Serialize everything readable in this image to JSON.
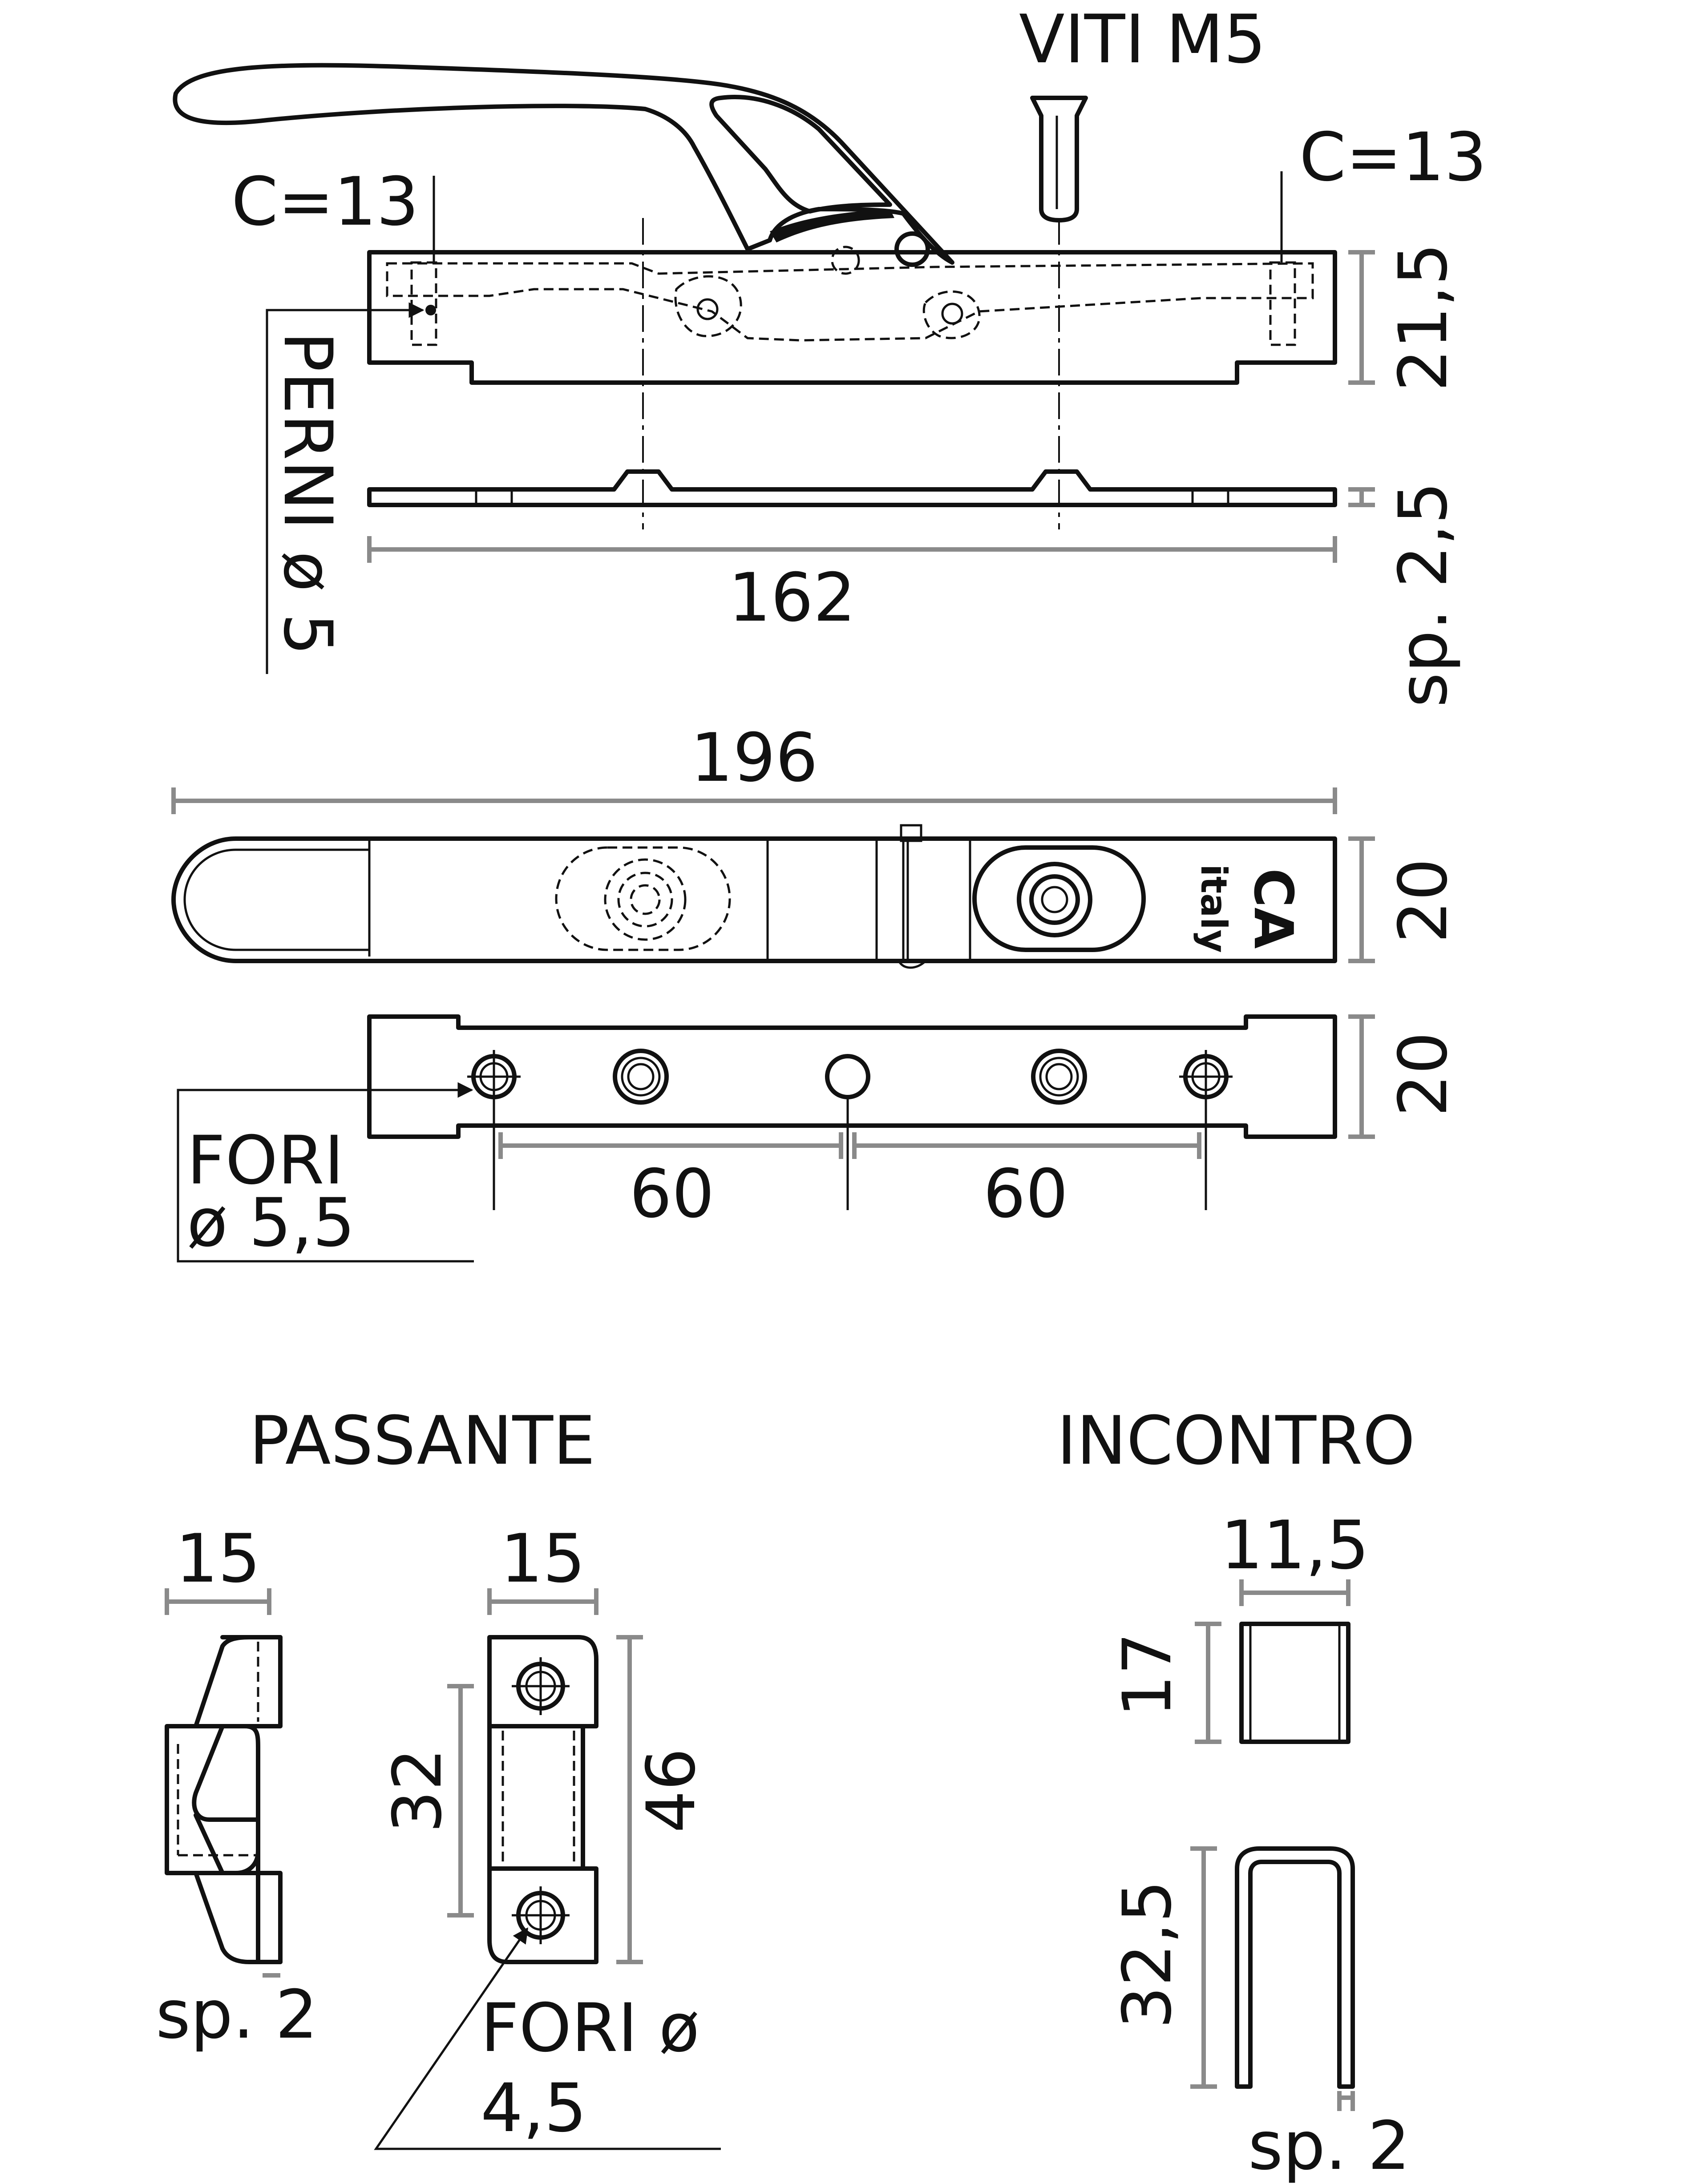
{
  "labels": {
    "viti": "VITI M5",
    "c_left": "C=13",
    "c_right": "C=13",
    "perni": "PERNI ø 5",
    "h_21_5": "21,5",
    "sp_2_5": "sp. 2,5",
    "len_162": "162",
    "len_196": "196",
    "h_20_a": "20",
    "h_20_b": "20",
    "fori_1": "FORI",
    "fori_2": "ø 5,5",
    "pitch_a": "60",
    "pitch_b": "60",
    "passante": "PASSANTE",
    "incontro": "INCONTRO",
    "p_w1": "15",
    "p_w2": "15",
    "p_h32": "32",
    "p_h46": "46",
    "p_sp": "sp. 2",
    "p_fori_1": "FORI ø",
    "p_fori_2": "4,5",
    "i_w": "11,5",
    "i_h17": "17",
    "i_h32_5": "32,5",
    "i_sp": "sp. 2",
    "brand_logo": "CA",
    "brand_sub": "italy"
  },
  "colors": {
    "ink": "#111111",
    "dimension_lines": "#8a8a8a",
    "background": "#ffffff"
  }
}
